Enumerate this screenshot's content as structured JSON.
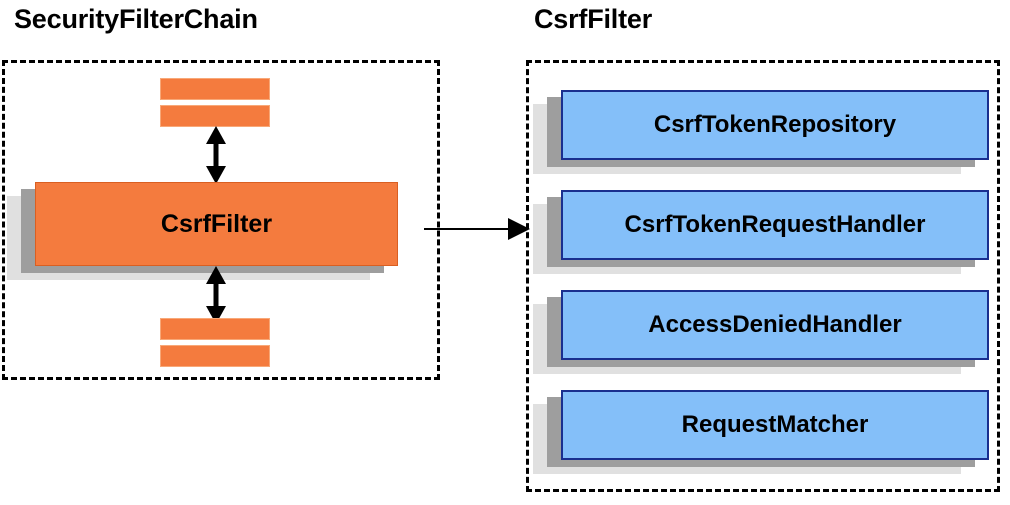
{
  "diagram": {
    "title_left": "SecurityFilterChain",
    "title_right": "CsrfFilter",
    "colors": {
      "orange": "#f47b3e",
      "orange_border": "#d95f22",
      "blue": "#84bff9",
      "blue_border": "#1a2f8f",
      "shadow_mid": "#9e9e9e",
      "shadow_back": "#e0e0e0",
      "stroke": "#000000",
      "background": "#ffffff"
    }
  },
  "left_panel": {
    "title": "SecurityFilterChain",
    "top_bars": [
      {
        "name": "filter-bar-top-1",
        "label": ""
      },
      {
        "name": "filter-bar-top-2",
        "label": ""
      }
    ],
    "main_card": {
      "label": "CsrfFilter"
    },
    "bottom_bars": [
      {
        "name": "filter-bar-bottom-1",
        "label": ""
      },
      {
        "name": "filter-bar-bottom-2",
        "label": ""
      }
    ],
    "arrows": [
      {
        "name": "arrow-above-csrffilter",
        "type": "double-headed-vertical"
      },
      {
        "name": "arrow-below-csrffilter",
        "type": "double-headed-vertical"
      }
    ]
  },
  "right_panel": {
    "title": "CsrfFilter",
    "components": [
      {
        "label": "CsrfTokenRepository"
      },
      {
        "label": "CsrfTokenRequestHandler"
      },
      {
        "label": "AccessDeniedHandler"
      },
      {
        "label": "RequestMatcher"
      }
    ]
  },
  "connector": {
    "name": "arrow-securityfilterchain-to-csrffilter",
    "type": "single-headed-horizontal",
    "from": "SecurityFilterChain",
    "to": "CsrfFilter"
  }
}
